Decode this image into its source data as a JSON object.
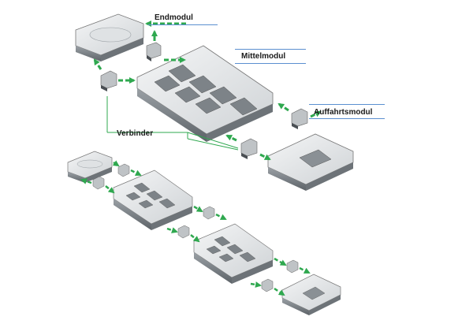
{
  "labels": {
    "endmodul": "Endmodul",
    "mittelmodul": "Mittelmodul",
    "auffahrtsmodul": "Auffahrtsmodul",
    "verbinder": "Verbinder"
  },
  "colors": {
    "arrow": "#2fa84f",
    "label_line": "#5b8fd0",
    "module_top": "#e8eaec",
    "module_side": "#8c9196",
    "module_dark": "#4a4f54",
    "leader_line": "#2fa84f"
  }
}
